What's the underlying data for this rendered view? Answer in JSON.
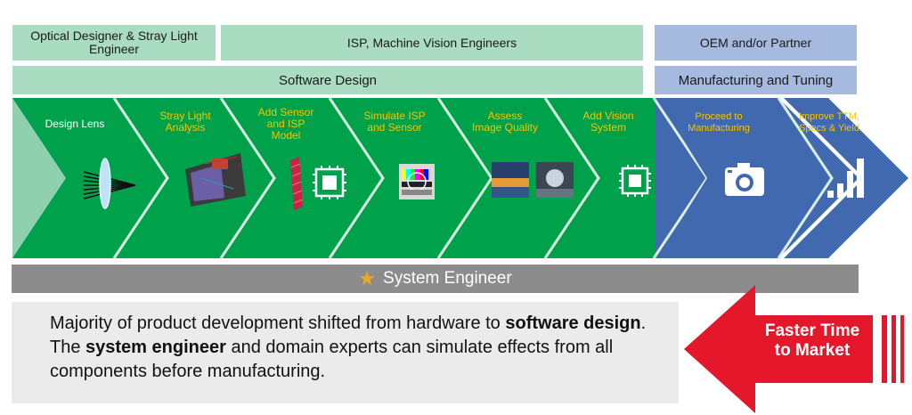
{
  "roles": {
    "optical": "Optical Designer & Stray Light Engineer",
    "isp": "ISP, Machine Vision Engineers",
    "oem": "OEM and/or Partner"
  },
  "phases": {
    "software": "Software Design",
    "manufacturing": "Manufacturing and Tuning"
  },
  "steps": [
    {
      "label": [
        "Design Lens"
      ],
      "icon": "lens-ray-icon"
    },
    {
      "label": [
        "Stray Light",
        "Analysis"
      ],
      "icon": "stray-light-icon"
    },
    {
      "label": [
        "Add Sensor",
        "and ISP",
        "Model"
      ],
      "icon": "sensor-chip-icon"
    },
    {
      "label": [
        "Simulate ISP",
        "and Sensor"
      ],
      "icon": "test-chart-icon"
    },
    {
      "label": [
        "Assess",
        "Image Quality"
      ],
      "icon": "image-quality-icon"
    },
    {
      "label": [
        "Add Vision",
        "System"
      ],
      "icon": "chip-icon"
    },
    {
      "label": [
        "Proceed to",
        "Manufacturing"
      ],
      "icon": "camera-icon"
    },
    {
      "label": [
        "Improve TTM,",
        "Specs & Yield"
      ],
      "icon": "bar-chart-icon"
    }
  ],
  "system_engineer": "System Engineer",
  "note": {
    "p1": "Majority of product development shifted from hardware to ",
    "b1": "software design",
    "p2": ". The ",
    "b2": "system engineer",
    "p3": " and domain experts can simulate effects from all components before manufacturing."
  },
  "arrow": {
    "line1": "Faster Time",
    "line2": "to Market"
  },
  "colors": {
    "green": "#00a14b",
    "blue": "#4169b0",
    "light_green": "#a9dcc1",
    "light_blue": "#a6b9de",
    "red": "#e4172b",
    "gold": "#f5c400"
  }
}
